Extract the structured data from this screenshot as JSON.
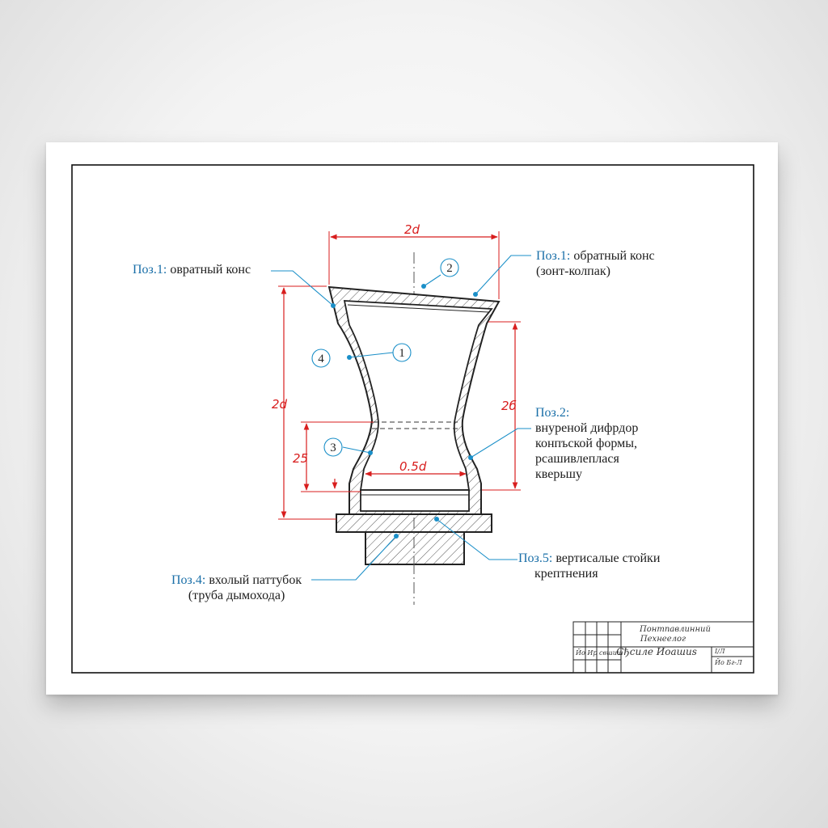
{
  "callouts": {
    "pos1_left": {
      "pos": "Поз.1:",
      "line1": "овратный конс"
    },
    "pos1_right": {
      "pos": "Поз.1:",
      "line1": "обратный конс",
      "line2": "(зонт-колпак)"
    },
    "pos2": {
      "pos": "Поз.2:",
      "line1": "внуреной дифрдор",
      "line2": "конпъской формы,",
      "line3": "рсашивлеплася",
      "line4": "кверьшу"
    },
    "pos4": {
      "pos": "Поз.4:",
      "line1": "вхолый паттубок",
      "line2": "(труба дымохода)"
    },
    "pos5": {
      "pos": "Поз.5:",
      "line1": "вертисалые стойки",
      "line2": "крептнения"
    }
  },
  "dimensions": {
    "top_width": "2d",
    "left_height": "2d",
    "right_height": "2б",
    "lower_height": "25",
    "inner_width": "0.5d"
  },
  "balloons": [
    "1",
    "2",
    "3",
    "4"
  ],
  "title_block": {
    "title_line1": "Понтпавлинний",
    "title_line2": "Пехнеелог",
    "signature": "Сђсиле Иоашиs",
    "left_note": "Йо Ир свшиш",
    "right_top": "I/Л",
    "right_note": "Йо Бг-Л"
  },
  "colors": {
    "dimension": "#d81e1e",
    "leader": "#1a8fc8",
    "position_label": "#1a6fa8",
    "outline": "#222222"
  }
}
